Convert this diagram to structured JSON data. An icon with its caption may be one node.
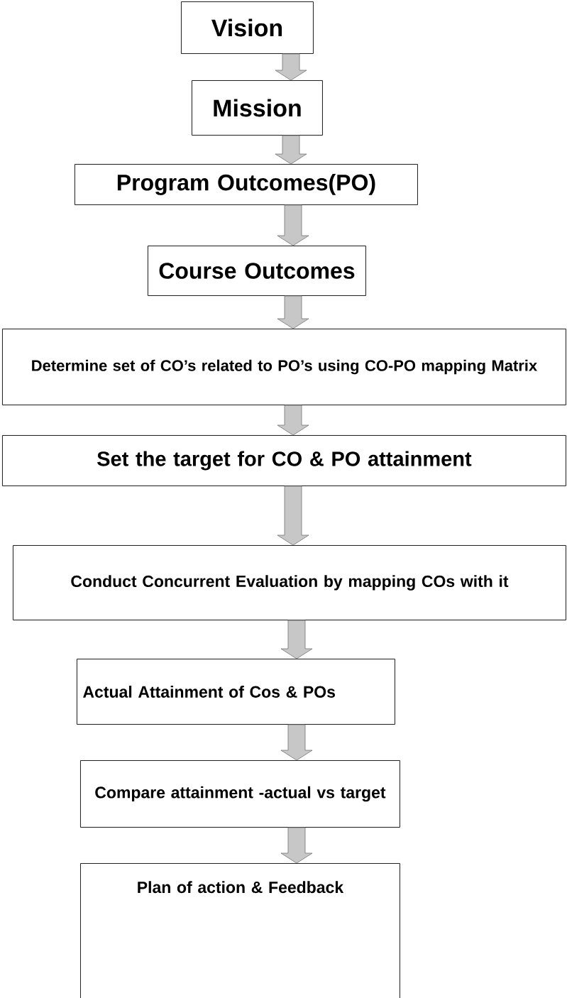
{
  "diagram": {
    "nodes": [
      {
        "text": [
          "Vision"
        ]
      },
      {
        "text": [
          "Mission"
        ]
      },
      {
        "text": [
          "Program Outcomes(PO)"
        ]
      },
      {
        "text": [
          "Course Outcomes"
        ]
      },
      {
        "text": [
          "Determine set of CO’s related to PO’s using CO-PO mapping Matrix"
        ]
      },
      {
        "text": [
          "Set the target for CO & PO attainment"
        ]
      },
      {
        "text": [
          "Conduct Concurrent Evaluation by mapping COs with it"
        ]
      },
      {
        "text": [
          "Actual Attainment of Cos & POs"
        ]
      },
      {
        "text": [
          "Compare attainment -actual vs target"
        ]
      },
      {
        "text": [
          "Plan of action & Feedback"
        ]
      }
    ],
    "edges": [
      {
        "from": 0,
        "to": 1,
        "arrow": "to"
      },
      {
        "from": 1,
        "to": 2,
        "arrow": "to"
      },
      {
        "from": 2,
        "to": 3,
        "arrow": "to"
      },
      {
        "from": 3,
        "to": 4,
        "arrow": "to"
      },
      {
        "from": 4,
        "to": 5,
        "arrow": "to"
      },
      {
        "from": 5,
        "to": 6,
        "arrow": "to"
      },
      {
        "from": 6,
        "to": 7,
        "arrow": "to"
      },
      {
        "from": 7,
        "to": 8,
        "arrow": "to"
      },
      {
        "from": 8,
        "to": 9,
        "arrow": "to"
      }
    ]
  }
}
